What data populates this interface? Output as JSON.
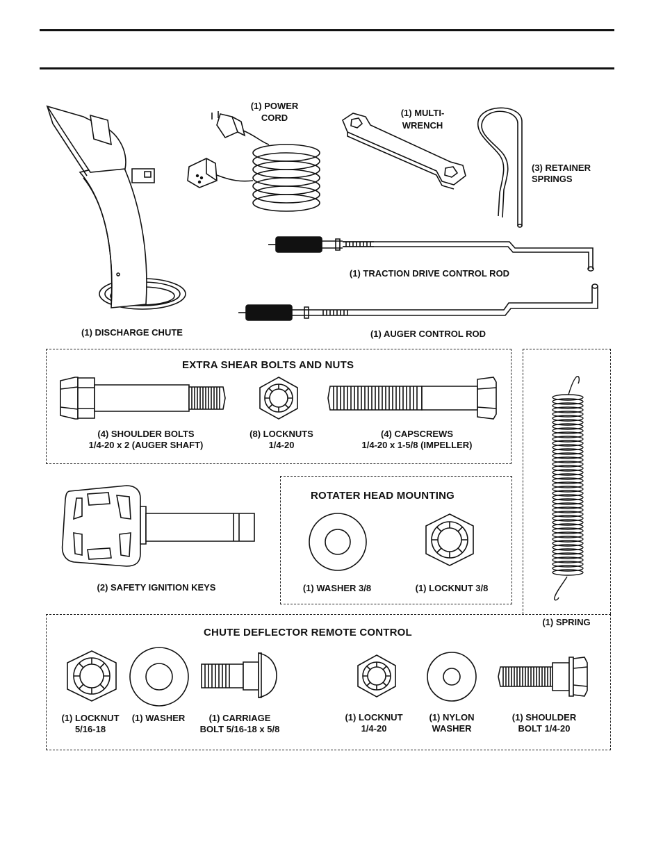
{
  "parts": {
    "power_cord": {
      "line1": "(1) POWER",
      "line2": "CORD"
    },
    "multi_wrench": {
      "line1": "(1) MULTI-",
      "line2": "WRENCH"
    },
    "retainer_springs": {
      "line1": "(3) RETAINER",
      "line2": "SPRINGS"
    },
    "traction_rod": "(1) TRACTION DRIVE CONTROL ROD",
    "discharge_chute": "(1) DISCHARGE CHUTE",
    "auger_rod": "(1) AUGER CONTROL ROD",
    "spring": "(1) SPRING",
    "ignition_keys": "(2) SAFETY IGNITION KEYS"
  },
  "shear_section": {
    "title": "EXTRA SHEAR BOLTS AND NUTS",
    "shoulder_bolts": {
      "line1": "(4) SHOULDER BOLTS",
      "line2": "1/4-20 x 2 (AUGER SHAFT)"
    },
    "locknuts": {
      "line1": "(8) LOCKNUTS",
      "line2": "1/4-20"
    },
    "capscrews": {
      "line1": "(4) CAPSCREWS",
      "line2": "1/4-20 x 1-5/8 (IMPELLER)"
    }
  },
  "rotater_section": {
    "title": "ROTATER HEAD MOUNTING",
    "washer": "(1) WASHER  3/8",
    "locknut": "(1) LOCKNUT  3/8"
  },
  "chute_section": {
    "title": "CHUTE DEFLECTOR REMOTE CONTROL",
    "locknut_a": {
      "line1": "(1) LOCKNUT",
      "line2": "5/16-18"
    },
    "washer": {
      "line1": "(1) WASHER"
    },
    "carriage_bolt": {
      "line1": "(1) CARRIAGE",
      "line2": "BOLT  5/16-18 x 5/8"
    },
    "locknut_b": {
      "line1": "(1) LOCKNUT",
      "line2": "1/4-20"
    },
    "nylon_washer": {
      "line1": "(1) NYLON",
      "line2": "WASHER"
    },
    "shoulder_bolt": {
      "line1": "(1) SHOULDER",
      "line2": "BOLT  1/4-20"
    }
  }
}
